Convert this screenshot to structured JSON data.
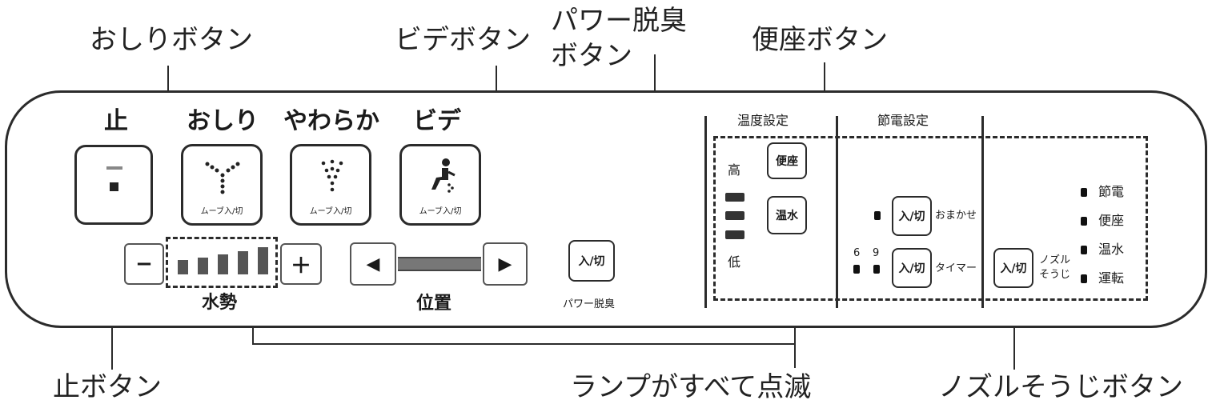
{
  "callouts": {
    "oshiri_button": "おしりボタン",
    "bidet_button": "ビデボタン",
    "power_deodor_line1": "パワー脱臭",
    "power_deodor_line2": "ボタン",
    "seat_button": "便座ボタン",
    "stop_button": "止ボタン",
    "lamps_blink": "ランプがすべて点滅",
    "nozzle_clean_button": "ノズルそうじボタン"
  },
  "panel": {
    "stop_label": "止",
    "oshiri_label": "おしり",
    "yawaraka_label": "やわらか",
    "bidet_label": "ビデ",
    "move_onoff": "ムーブ入/切",
    "minus": "−",
    "plus": "＋",
    "water_pressure": "水勢",
    "position": "位置",
    "left_arrow": "◀",
    "right_arrow": "▶",
    "onoff": "入/切",
    "power_deodor": "パワー脱臭"
  },
  "settings": {
    "temp_header": "温度設定",
    "power_save_header": "節電設定",
    "high": "高",
    "low": "低",
    "seat_btn": "便座",
    "water_btn": "温水",
    "onoff": "入/切",
    "omakase": "おまかせ",
    "timer": "タイマー",
    "six": "6",
    "nine": "9",
    "nozzle_line1": "ノズル",
    "nozzle_line2": "そうじ",
    "ind_power_save": "節電",
    "ind_seat": "便座",
    "ind_water": "温水",
    "ind_run": "運転"
  }
}
